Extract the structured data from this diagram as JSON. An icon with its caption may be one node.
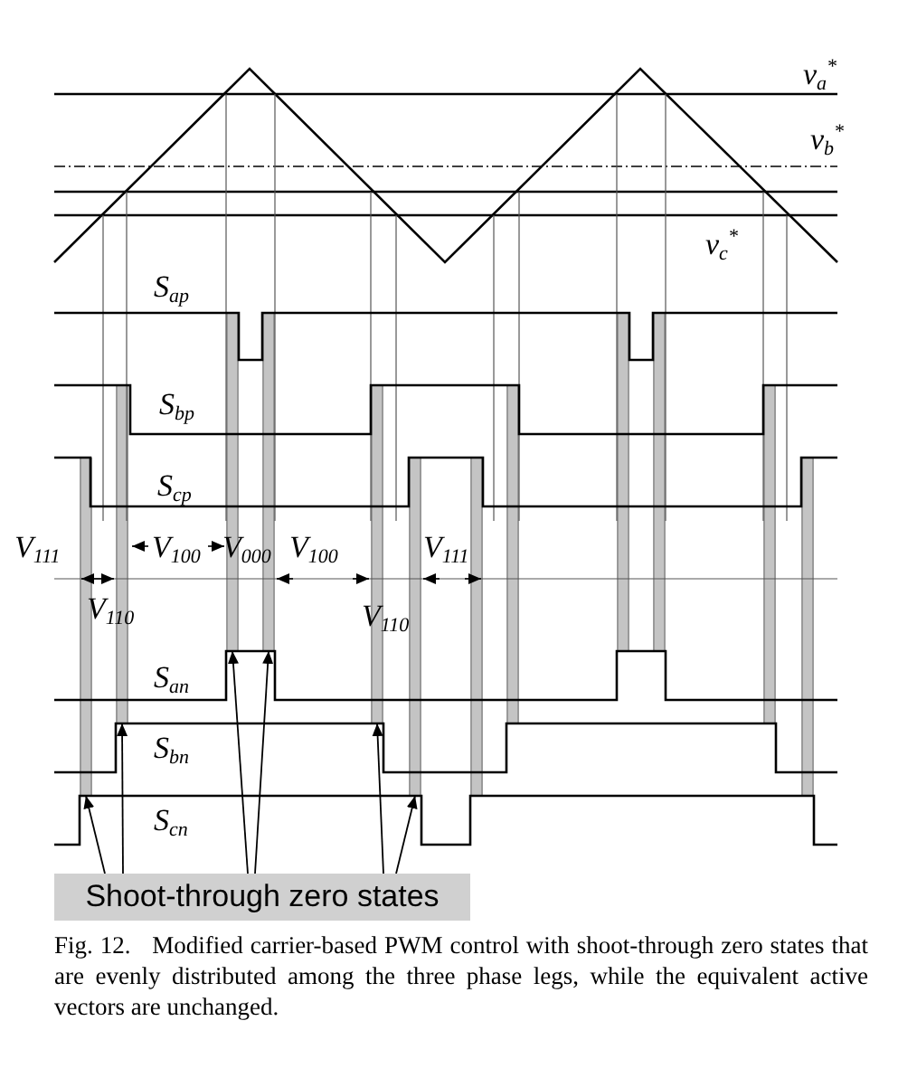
{
  "diagram": {
    "caption": "Fig. 12.   Modified carrier-based PWM control with shoot-through zero states that are evenly distributed among the three phase legs, while the equivalent active vectors are unchanged.",
    "nodes": [
      {
        "text": [
          "Shoot-through zero states"
        ]
      },
      {
        "text": [],
        "shape": "bar"
      },
      {
        "text": [],
        "shape": "bar"
      },
      {
        "text": [],
        "shape": "bar"
      },
      {
        "text": [],
        "shape": "bar"
      },
      {
        "text": [],
        "shape": "bar"
      },
      {
        "text": [],
        "shape": "bar"
      }
    ],
    "edges": [
      {
        "from": 0,
        "to": 1,
        "arrow": "to"
      },
      {
        "from": 0,
        "to": 2,
        "arrow": "to"
      },
      {
        "from": 0,
        "to": 3,
        "arrow": "to"
      },
      {
        "from": 0,
        "to": 4,
        "arrow": "to"
      },
      {
        "from": 0,
        "to": 5,
        "arrow": "to"
      },
      {
        "from": 0,
        "to": 6,
        "arrow": "to"
      }
    ],
    "labels": [
      "v$_{a}$$^{*}$",
      "v$_{b}$$^{*}$",
      "v$_{c}$$^{*}$",
      "S$_{ap}$",
      "S$_{bp}$",
      "S$_{cp}$",
      "V$_{111}$",
      "V$_{100}$",
      "V$_{000}$",
      "V$_{100}$",
      "V$_{111}$",
      "V$_{110}$",
      "V$_{110}$",
      "S$_{an}$",
      "S$_{bn}$",
      "S$_{cn}$"
    ]
  }
}
